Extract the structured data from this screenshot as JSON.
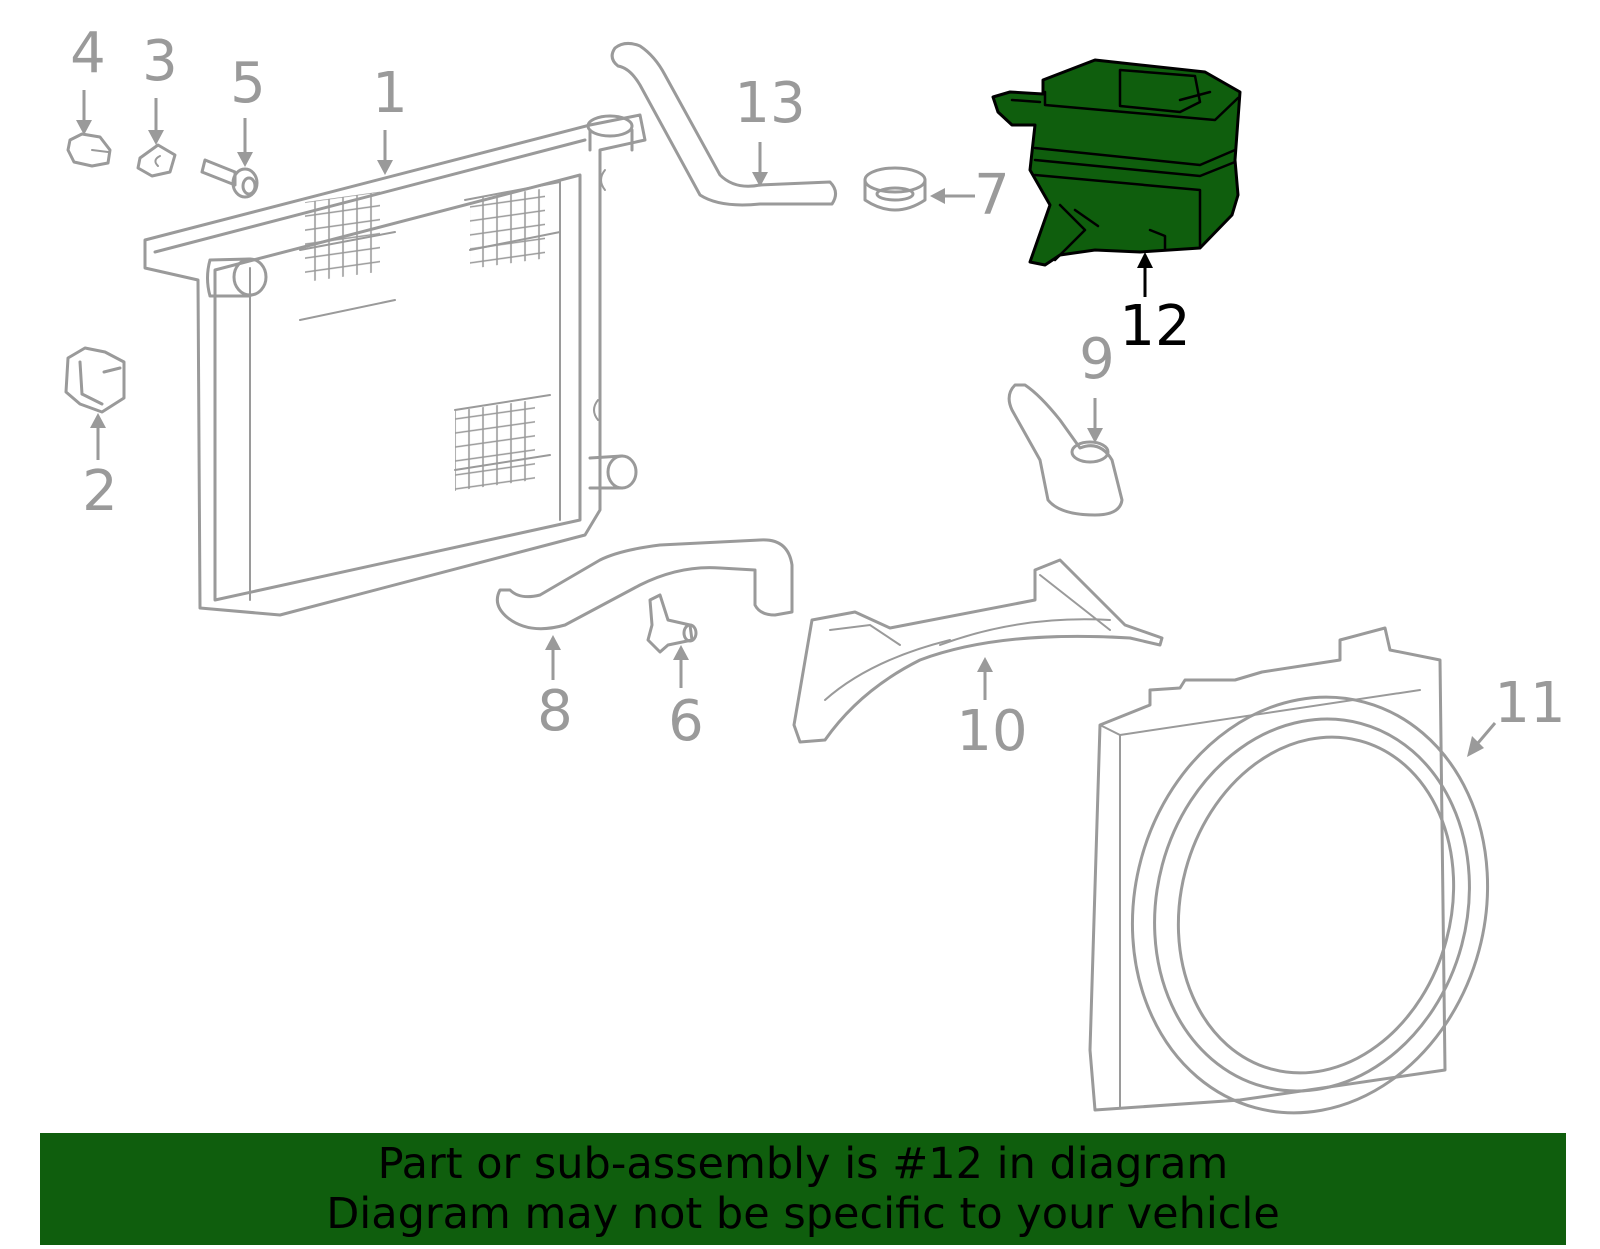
{
  "callouts": {
    "c1": "1",
    "c2": "2",
    "c3": "3",
    "c4": "4",
    "c5": "5",
    "c6": "6",
    "c7": "7",
    "c8": "8",
    "c9": "9",
    "c10": "10",
    "c11": "11",
    "c12": "12",
    "c13": "13"
  },
  "highlighted_part": "12",
  "colors": {
    "highlight": "#0f5e0d",
    "outline": "#9a9a9a",
    "banner_text": "#000000"
  },
  "banner": {
    "line1": "Part or sub-assembly is #12 in diagram",
    "line2": "Diagram may not be specific to your vehicle"
  }
}
